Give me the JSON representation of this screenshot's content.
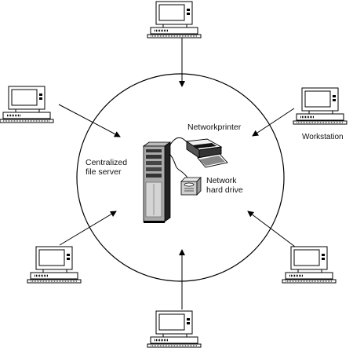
{
  "diagram": {
    "labels": {
      "server": [
        "Centralized",
        "file server"
      ],
      "printer": "Networkprinter",
      "drive": [
        "Network",
        "hard drive"
      ],
      "workstation": "Workstation"
    },
    "nodes": [
      {
        "id": "workstation-top",
        "kind": "workstation"
      },
      {
        "id": "workstation-upper-left",
        "kind": "workstation"
      },
      {
        "id": "workstation-upper-right",
        "kind": "workstation"
      },
      {
        "id": "workstation-lower-left",
        "kind": "workstation"
      },
      {
        "id": "workstation-lower-right",
        "kind": "workstation"
      },
      {
        "id": "workstation-bottom",
        "kind": "workstation"
      },
      {
        "id": "file-server",
        "kind": "server"
      },
      {
        "id": "network-printer",
        "kind": "printer"
      },
      {
        "id": "network-hard-drive",
        "kind": "disk"
      }
    ],
    "connections": [
      {
        "from": "workstation-top",
        "to": "network-ring"
      },
      {
        "from": "workstation-upper-left",
        "to": "network-ring"
      },
      {
        "from": "workstation-upper-right",
        "to": "network-ring"
      },
      {
        "from": "workstation-lower-left",
        "to": "network-ring"
      },
      {
        "from": "workstation-lower-right",
        "to": "network-ring"
      },
      {
        "from": "workstation-bottom",
        "to": "network-ring"
      },
      {
        "from": "file-server",
        "to": "network-printer"
      },
      {
        "from": "file-server",
        "to": "network-hard-drive"
      }
    ]
  }
}
